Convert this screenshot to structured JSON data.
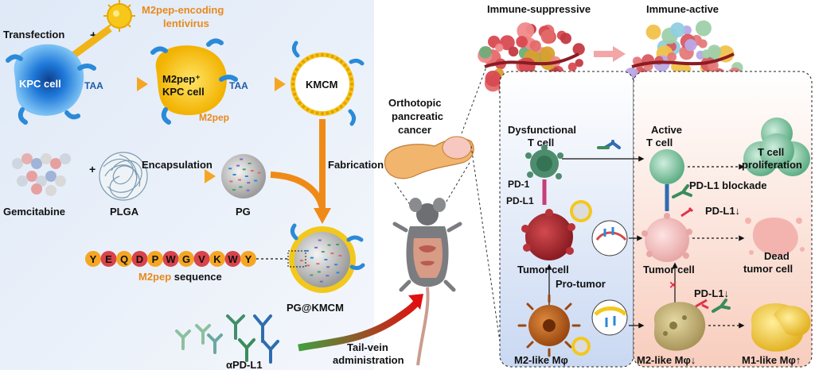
{
  "left": {
    "transfection": "Transfection",
    "lentivirus_line1": "M2pep-encoding",
    "lentivirus_line2": "lentivirus",
    "kpc_cell": "KPC cell",
    "taa": "TAA",
    "m2pep_kpc_line1": "M2pep⁺",
    "m2pep_kpc_line2": "KPC cell",
    "m2pep": "M2pep",
    "kmcm": "KMCM",
    "plus": "+",
    "gemcitabine": "Gemcitabine",
    "plga": "PLGA",
    "encapsulation": "Encapsulation",
    "pg": "PG",
    "fabrication": "Fabrication",
    "sequence_letters": [
      "Y",
      "E",
      "Q",
      "D",
      "P",
      "W",
      "G",
      "V",
      "K",
      "W",
      "Y"
    ],
    "sequence_label_colored": "M2pep",
    "sequence_label_rest": " sequence",
    "pg_kmcm": "PG@KMCM",
    "apdl1": "αPD-L1"
  },
  "middle": {
    "orthotopic_line1": "Orthotopic",
    "orthotopic_line2": "pancreatic",
    "orthotopic_line3": "cancer",
    "tail_vein_line1": "Tail-vein",
    "tail_vein_line2": "administration"
  },
  "right": {
    "immune_suppressive": "Immune-suppressive",
    "immune_active": "Immune-active",
    "dysfunctional_line1": "Dysfunctional",
    "dysfunctional_line2": "T cell",
    "active_line1": "Active",
    "active_line2": "T cell",
    "t_prolif_line1": "T cell",
    "t_prolif_line2": "proliferation",
    "pd1": "PD-1",
    "pdl1": "PD-L1",
    "pdl1_blockade": "PD-L1 blockade",
    "pdl1_down_1": "PD-L1↓",
    "tumor_cell_left": "Tumor cell",
    "tumor_cell_right": "Tumor cell",
    "dead_line1": "Dead",
    "dead_line2": "tumor cell",
    "pro_tumor": "Pro-tumor",
    "pdl1_down_2": "PD-L1↓",
    "m2_left": "M2-like Mφ",
    "m2_right": "M2-like Mφ↓",
    "m1_right": "M1-like Mφ↑"
  },
  "colors": {
    "orange": "#e8891c",
    "kpc_blue": "#1565c0",
    "m2pep_yellow": "#f5c400",
    "panel_blue": "#dfe8f7",
    "panel_pink": "#fbe4dc",
    "tumor_red": "#b8333a"
  }
}
